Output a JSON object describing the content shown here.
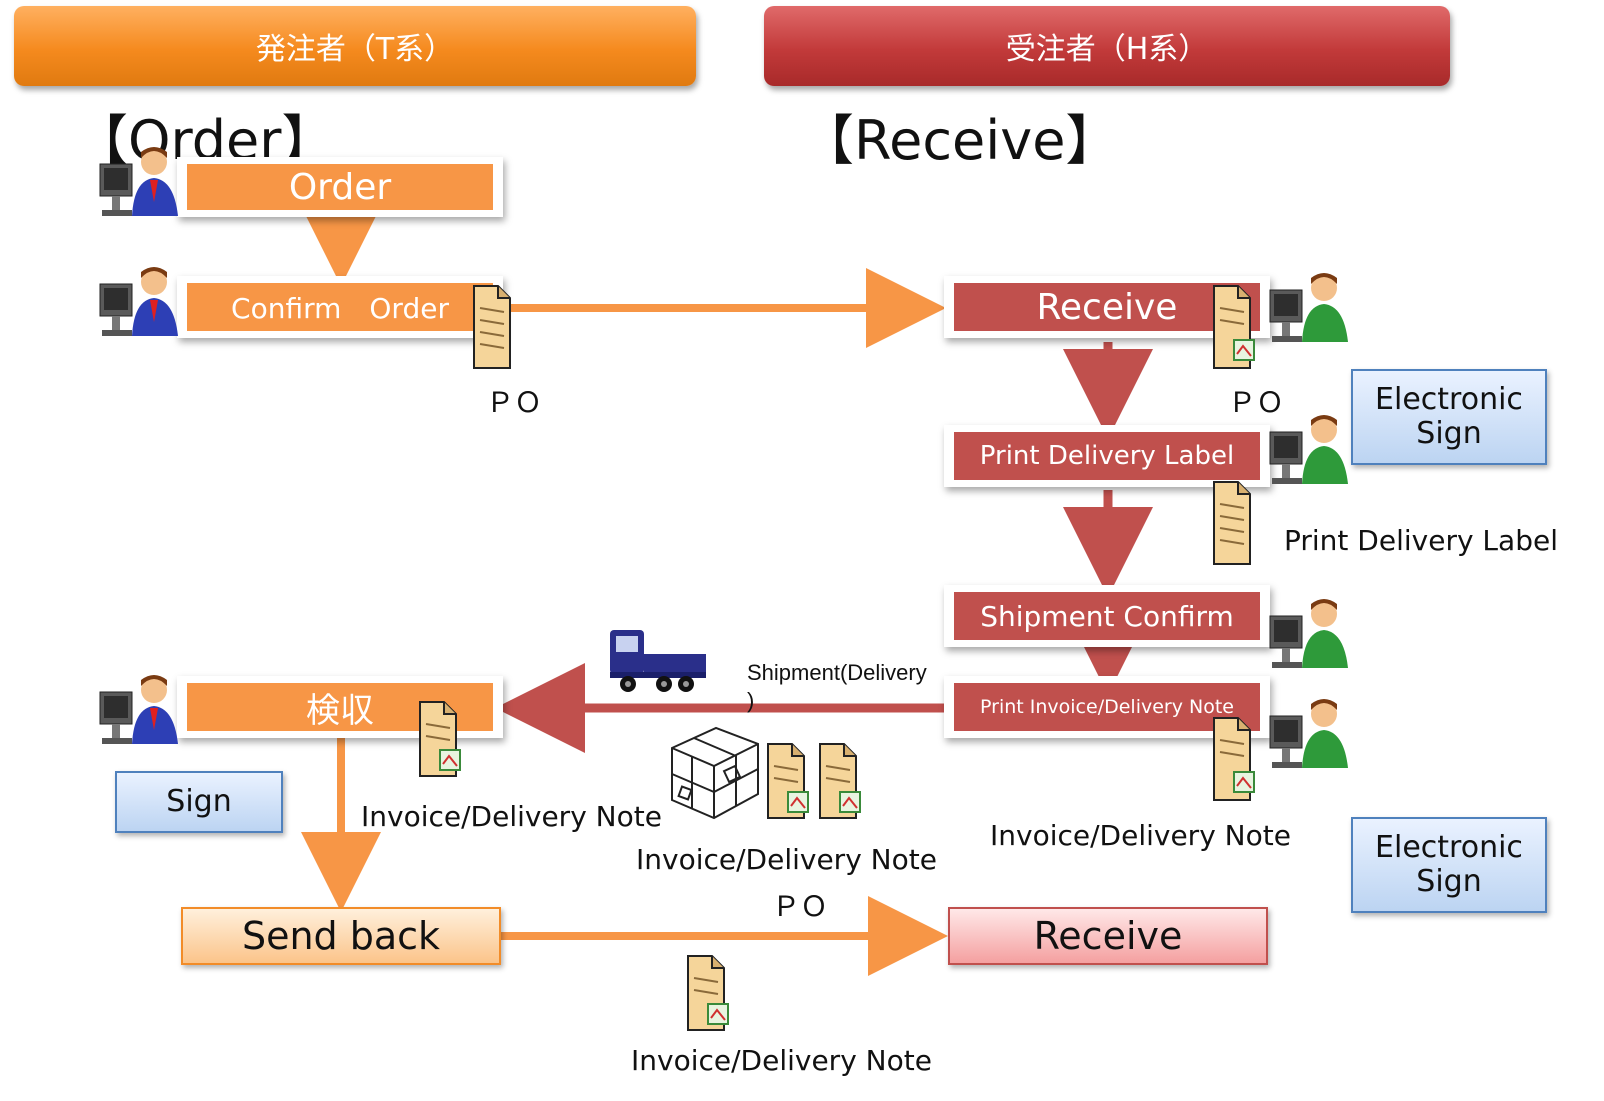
{
  "lanes": {
    "orderer": "発注者（T系）",
    "receiver": "受注者（H系）"
  },
  "sections": {
    "order": "【Order】",
    "receive": "【Receive】"
  },
  "steps": {
    "order": "Order",
    "confirm_order": "Confirm　Order",
    "receive": "Receive",
    "print_delivery_label": "Print Delivery Label",
    "shipment_confirm": "Shipment Confirm",
    "print_invoice": "Print Invoice/Delivery Note",
    "inspection": "検収",
    "send_back": "Send back",
    "receive_final": "Receive"
  },
  "signs": {
    "electronic_top": "Electronic Sign",
    "electronic_bottom": "Electronic Sign",
    "sign": "Sign"
  },
  "labels": {
    "po_left": "ＰＯ",
    "po_right": "ＰＯ",
    "print_delivery_label_doc": "Print Delivery Label",
    "shipment_delivery_1": "Shipment(Delivery",
    "shipment_delivery_2": ")",
    "invoice_left": "Invoice/Delivery Note",
    "invoice_middle": "Invoice/Delivery Note",
    "po_middle": "ＰＯ",
    "invoice_right": "Invoice/Delivery Note",
    "invoice_bottom": "Invoice/Delivery Note"
  },
  "colors": {
    "orderer_accent": "#f79646",
    "receiver_accent": "#c0504d",
    "sign_border": "#4f81bd"
  },
  "icons": [
    "user-at-computer-icon",
    "document-icon",
    "signed-document-icon",
    "truck-icon",
    "package-icon"
  ]
}
